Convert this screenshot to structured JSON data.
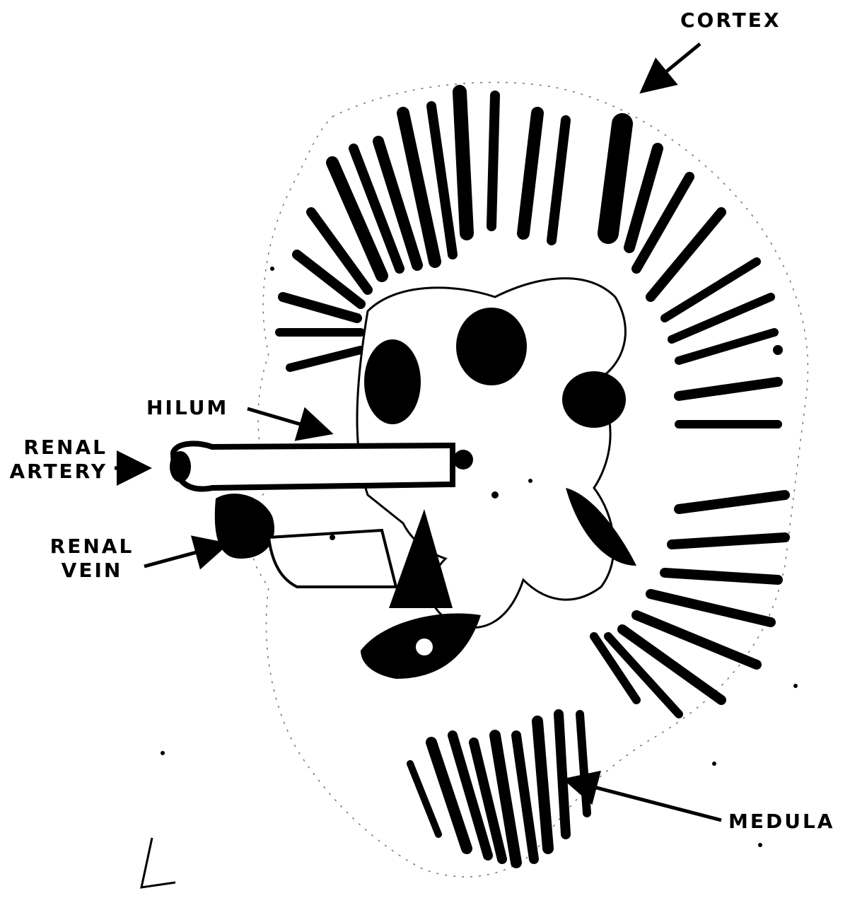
{
  "labels": {
    "cortex": "CORTEX",
    "hilum": "HILUM",
    "renal_artery": [
      "RENAL",
      "ARTERY"
    ],
    "renal_vein": [
      "RENAL",
      "VEIN"
    ],
    "medula": "MEDULA"
  },
  "colors": {
    "ink": "#000000",
    "paper": "#ffffff"
  }
}
